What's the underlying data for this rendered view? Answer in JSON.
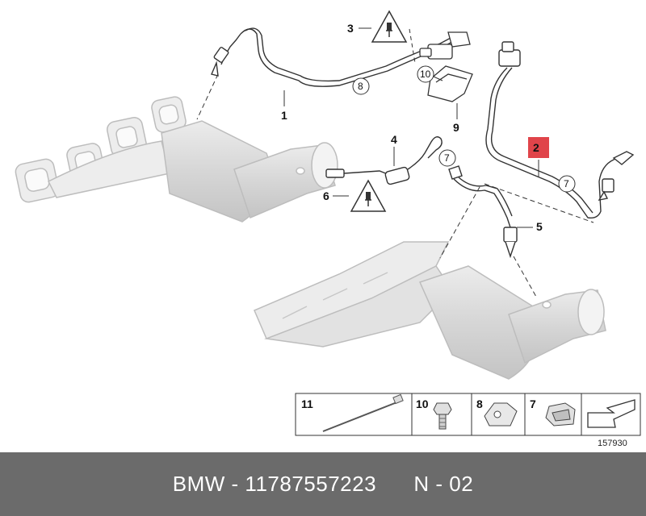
{
  "callouts": {
    "c1": "1",
    "c2": "2",
    "c3": "3",
    "c4": "4",
    "c5": "5",
    "c6": "6",
    "c9": "9",
    "c10": "10",
    "circ8": "8",
    "circ7a": "7",
    "circ7b": "7"
  },
  "legend": {
    "p11": "11",
    "p10": "10",
    "p8": "8",
    "p7": "7"
  },
  "diagram_number": "157930",
  "footer": {
    "brand": "BMW",
    "sep1": " - ",
    "part_number": "11787557223",
    "gap": "      ",
    "position": "N - 02"
  },
  "colors": {
    "highlight": "#e0444a",
    "footer_bg": "#6b6b6b",
    "ghost_part": "#d9d9d9"
  }
}
